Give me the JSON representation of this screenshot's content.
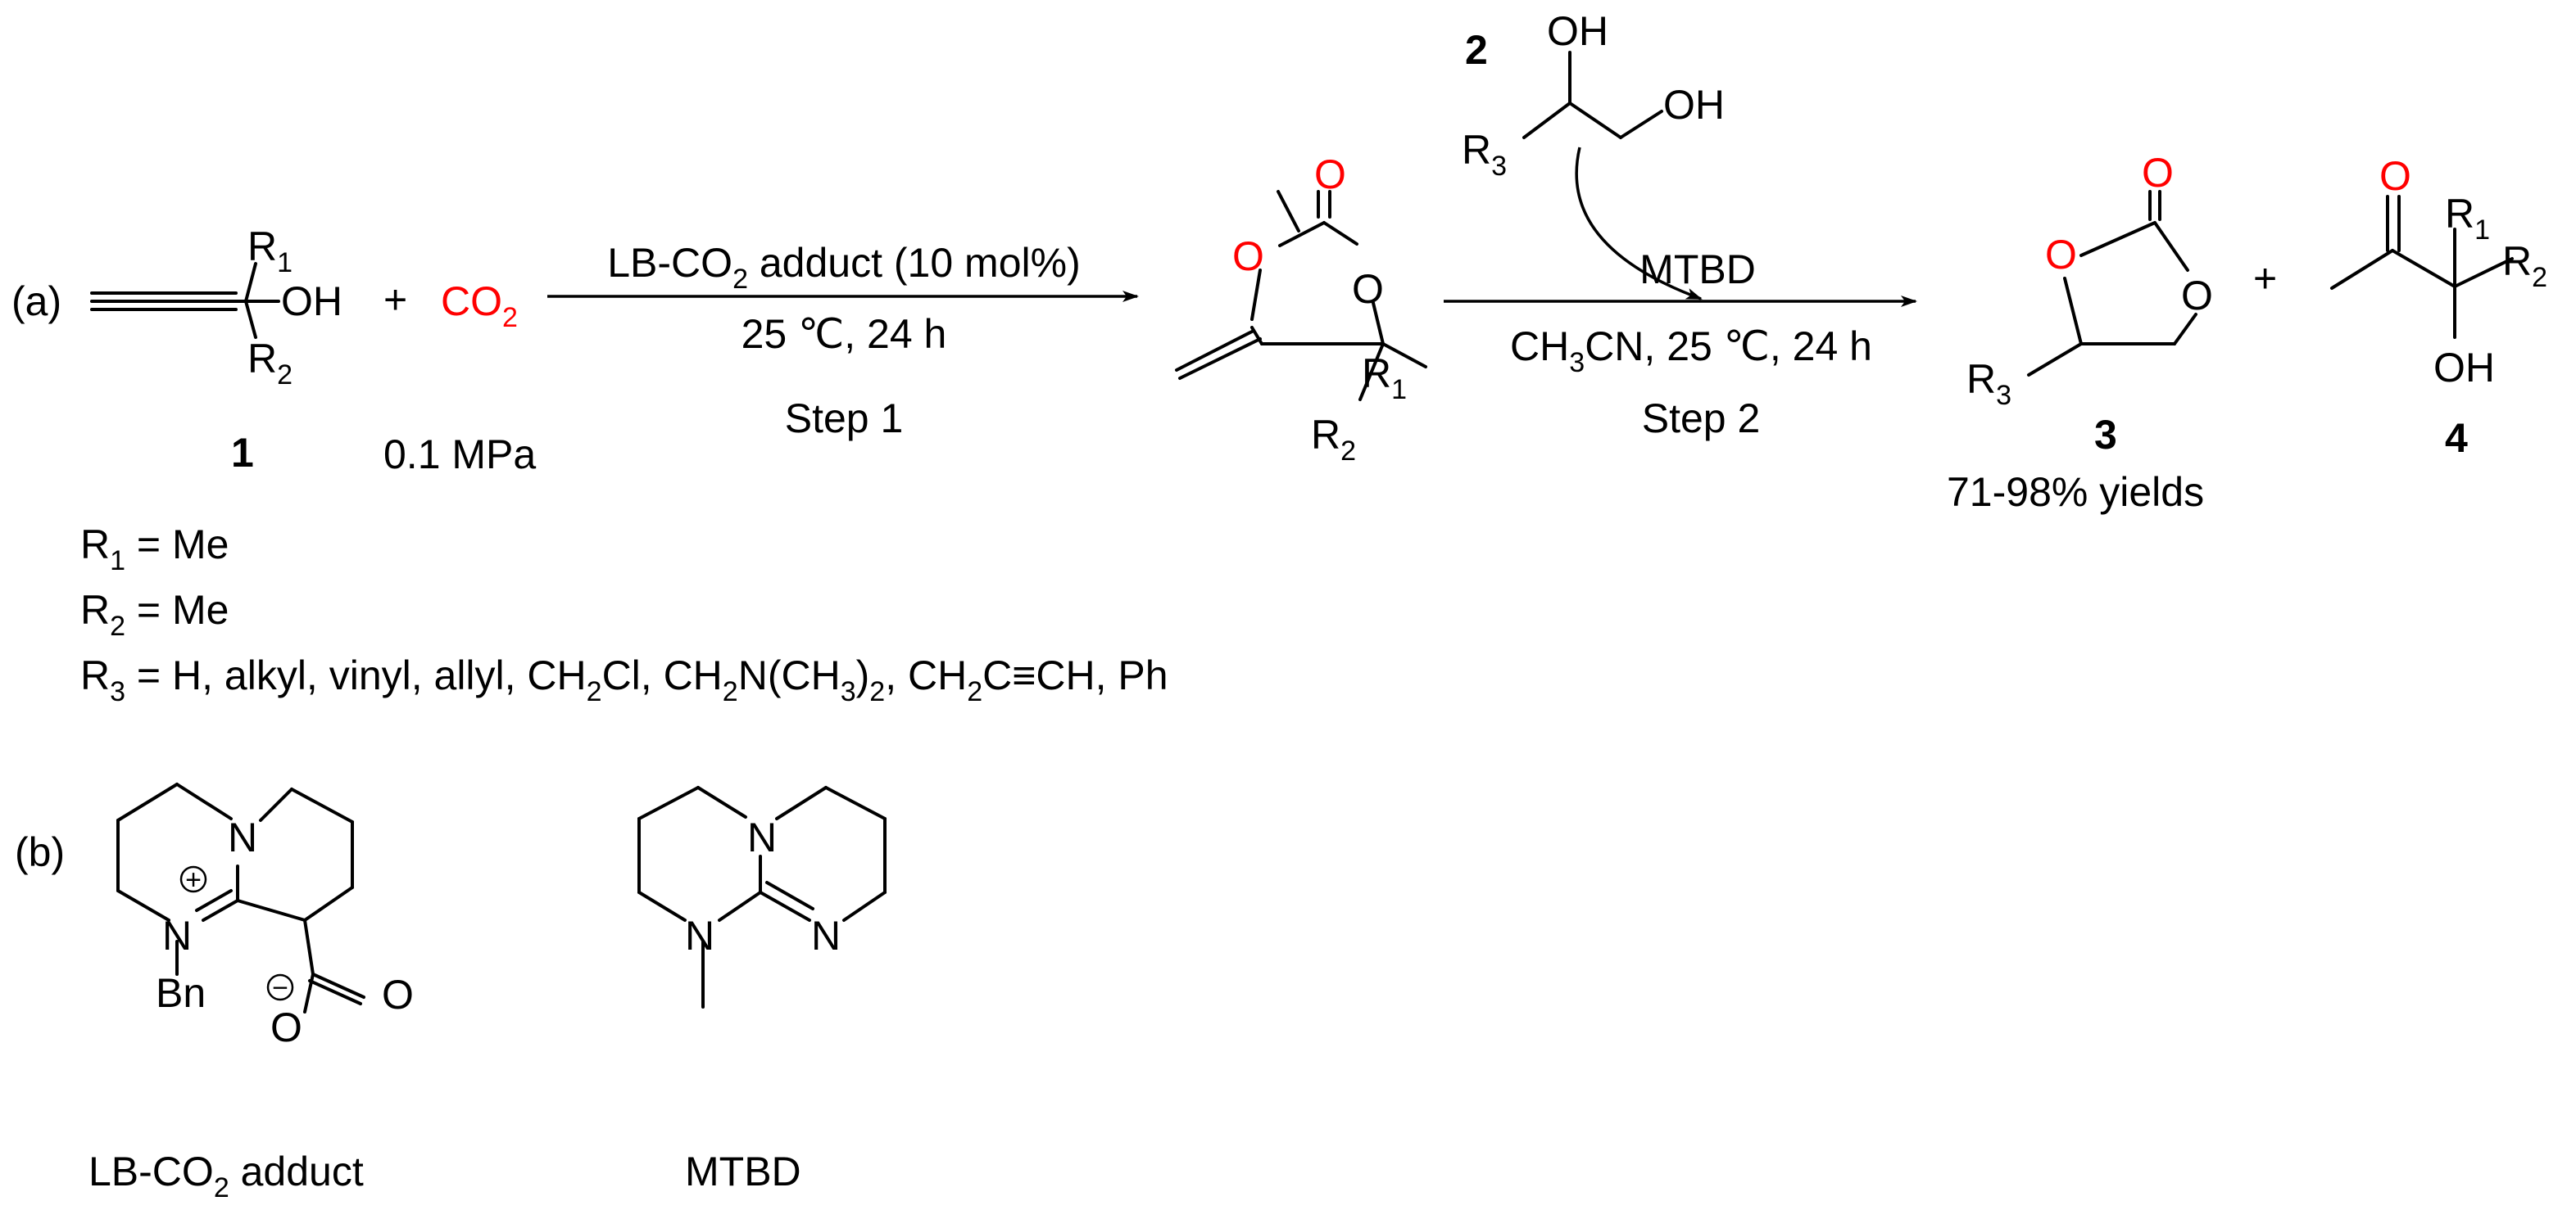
{
  "part_a": {
    "label": "(a)",
    "oh": "OH",
    "r": "R",
    "sub1": "1",
    "sub2": "2",
    "sub3": "3",
    "plus": "+",
    "co2_c": "CO",
    "o": "O",
    "compound1": "1",
    "pressure": "0.1 MPa",
    "step1": {
      "cond_top_a": "LB-CO",
      "cond_top_b": " adduct (10 mol%)",
      "cond_bottom": "25 ℃, 24 h",
      "label": "Step 1"
    },
    "compound2": "2",
    "step2": {
      "cond_top": "MTBD",
      "cond_bottom_a": "CH",
      "cond_bottom_b": "CN, 25 ℃, 24 h",
      "label": "Step 2"
    },
    "compound3": "3",
    "yields": "71-98% yields",
    "compound4": "4",
    "r1_def": " = Me",
    "r2_def": " = Me",
    "r3_def_a": " = H, alkyl, vinyl, allyl, CH",
    "r3_def_b": "Cl, CH",
    "r3_def_c": "N(CH",
    "r3_def_d": ")",
    "r3_def_e": ", CH",
    "r3_def_f": "C≡CH, Ph"
  },
  "part_b": {
    "label": "(b)",
    "n": "N",
    "bn": "Bn",
    "o": "O",
    "plus_sign": "+",
    "minus_sign": "−",
    "lb_name_a": "LB-CO",
    "lb_name_b": " adduct",
    "sub2": "2",
    "mtbd_name": "MTBD"
  }
}
